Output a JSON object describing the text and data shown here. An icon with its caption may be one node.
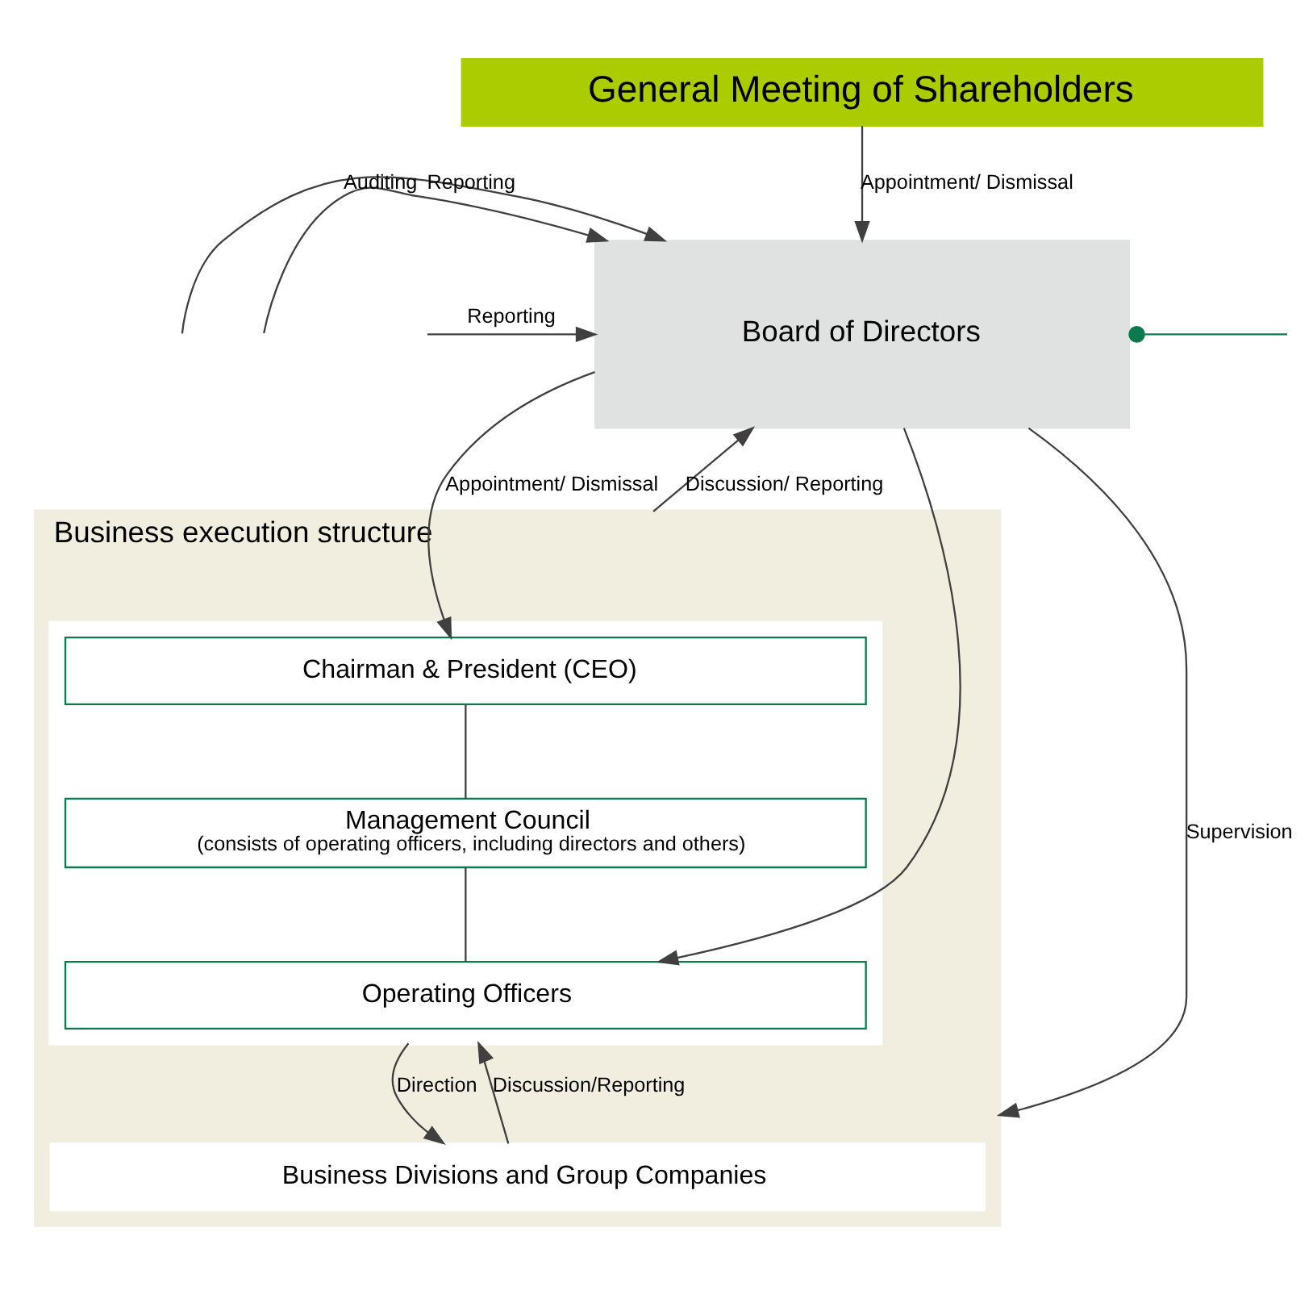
{
  "diagram": {
    "nodes": [
      {
        "text": [
          "General Meeting of Shareholders"
        ]
      },
      {
        "text": [
          "Board of Directors"
        ]
      },
      {
        "text": [
          "Business execution structure"
        ]
      },
      {
        "text": [],
        "shape": "box",
        "in": 2
      },
      {
        "text": [
          "Chairman & President (CEO)"
        ],
        "in": 3
      },
      {
        "text": [
          "Management Council",
          "(consists of operating officers, including directors and others)"
        ],
        "in": 3
      },
      {
        "text": [
          "Operating Officers"
        ],
        "in": 3
      },
      {
        "text": [
          "Business Divisions and Group Companies"
        ],
        "in": 2
      }
    ],
    "edges": [
      {
        "from": 0,
        "to": 1,
        "arrow": "to",
        "label": "Appointment/ Dismissal"
      },
      {
        "from": null,
        "to": 1,
        "arrow": "to",
        "label": "Reporting"
      },
      {
        "from": null,
        "to": 1,
        "arrow": "to",
        "label": "Auditing"
      },
      {
        "from": null,
        "to": 1,
        "arrow": "to",
        "label": "Reporting"
      },
      {
        "from": 1,
        "to": 2,
        "arrow": "to",
        "label": "Supervision"
      },
      {
        "from": 2,
        "to": 1,
        "arrow": "to",
        "label": "Discussion/ Reporting"
      },
      {
        "from": 1,
        "to": 4,
        "arrow": "to",
        "label": "Appointment/ Dismissal"
      },
      {
        "from": 1,
        "to": 6,
        "arrow": "to"
      },
      {
        "from": 4,
        "to": 5,
        "arrow": "none"
      },
      {
        "from": 5,
        "to": 6,
        "arrow": "none"
      },
      {
        "from": 3,
        "to": 7,
        "arrow": "to",
        "label": "Direction"
      },
      {
        "from": 7,
        "to": 3,
        "arrow": "to",
        "label": "Discussion/Reporting"
      },
      {
        "from": 1,
        "to": null,
        "arrow": "other",
        "color": "#0b7a4f"
      }
    ]
  }
}
